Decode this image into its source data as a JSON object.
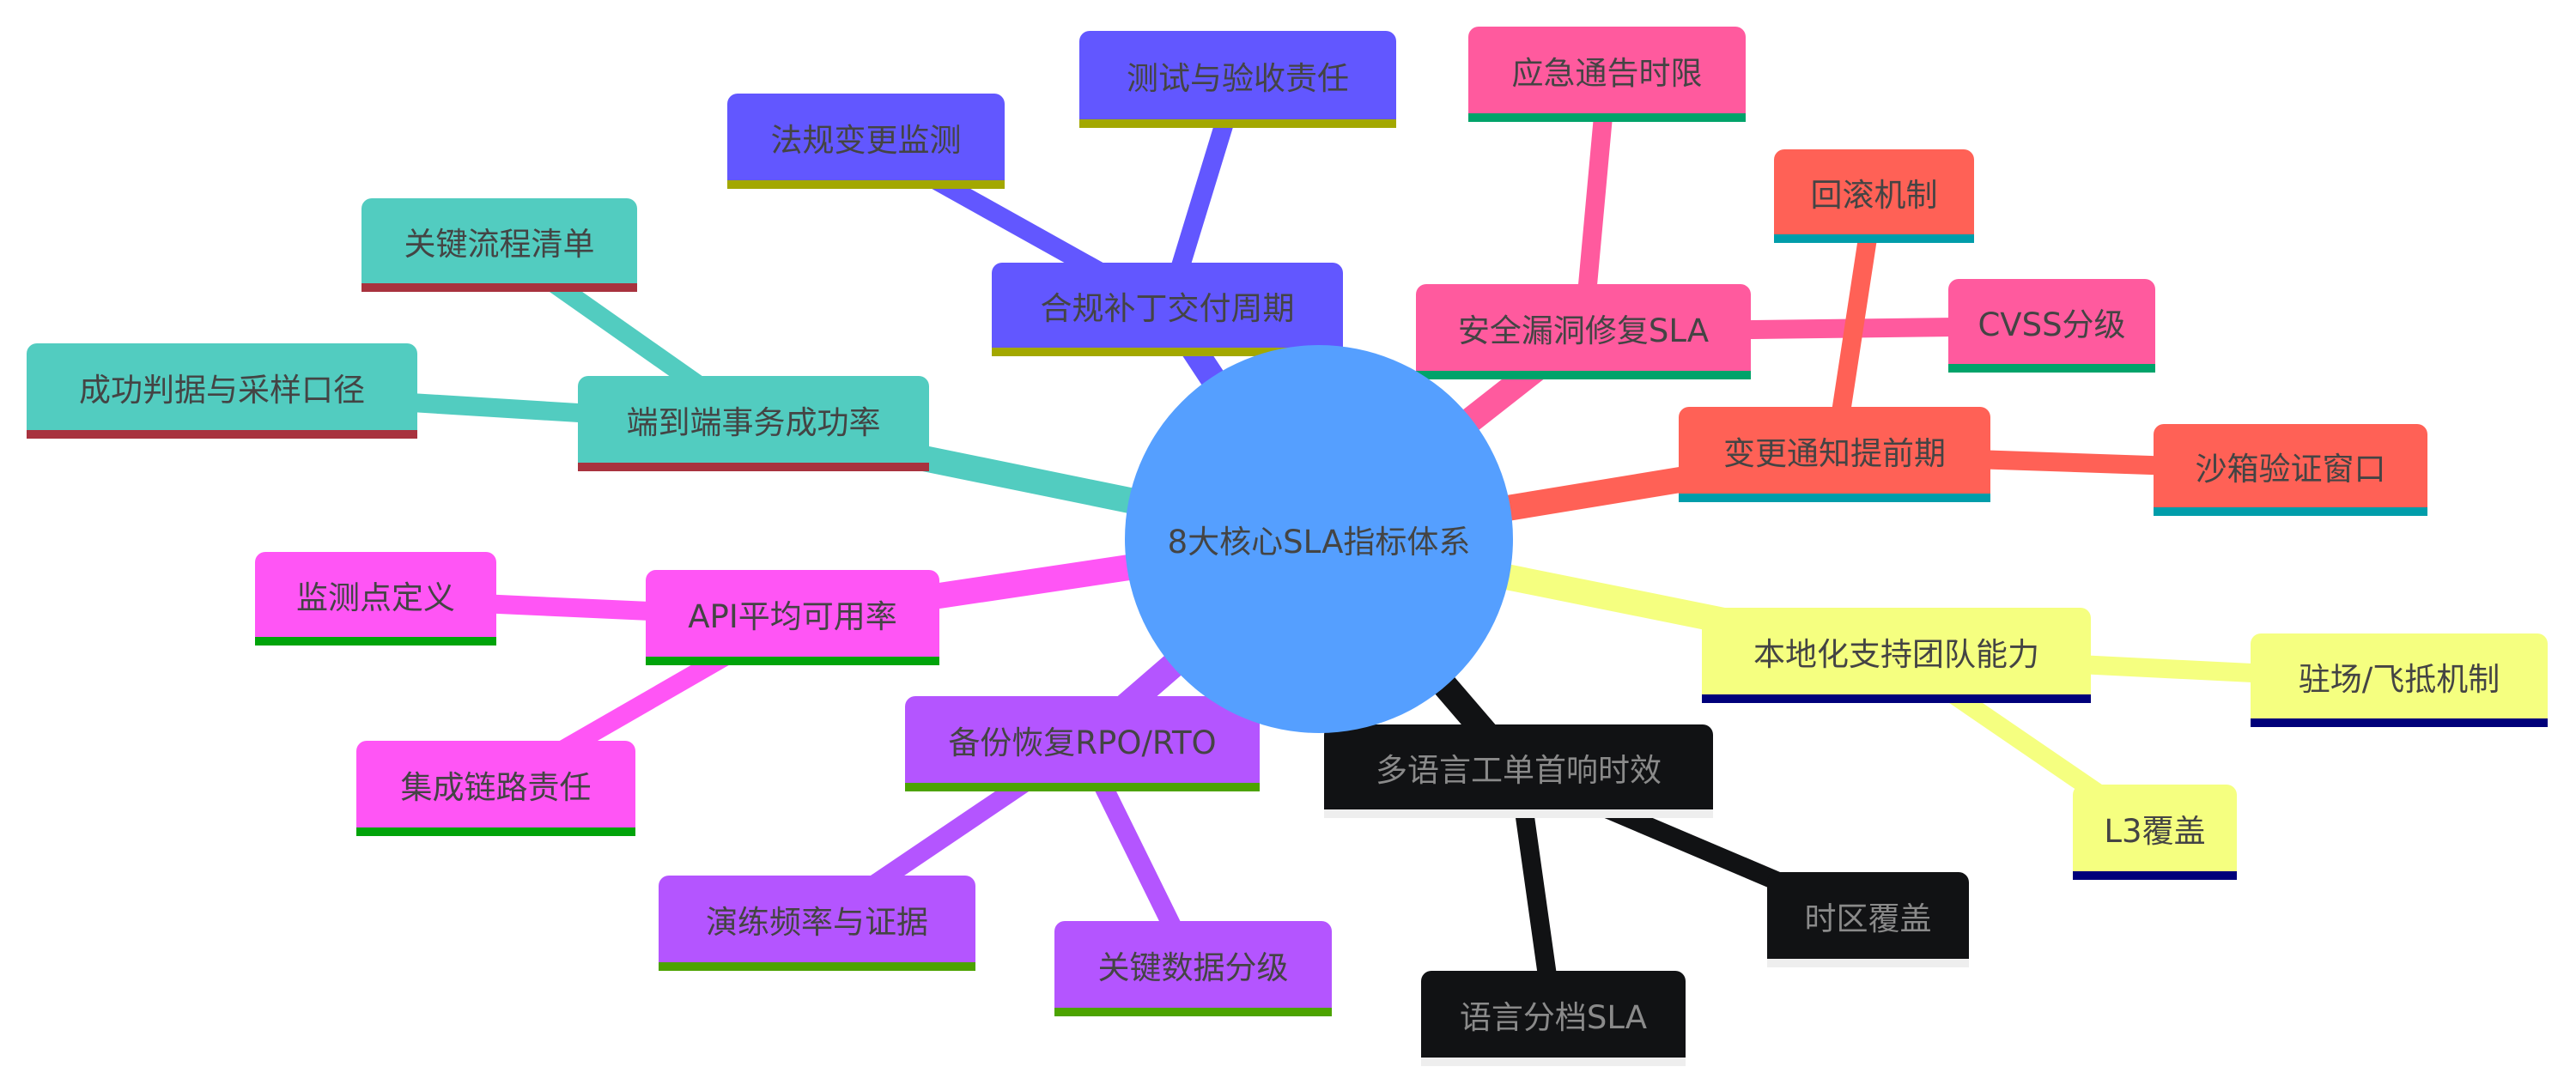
{
  "root": {
    "label": "8大核心SLA指标体系",
    "color": "#559FFF"
  },
  "branches": [
    {
      "label": "端到端事务成功率",
      "color": "#52CCC0",
      "bar": "#A8323E",
      "text": "#444444",
      "children": [
        "关键流程清单",
        "成功判据与采样口径"
      ]
    },
    {
      "label": "合规补丁交付周期",
      "color": "#6257FF",
      "bar": "#A3A800",
      "text": "#444444",
      "children": [
        "法规变更监测",
        "测试与验收责任"
      ]
    },
    {
      "label": "安全漏洞修复SLA",
      "color": "#FF5A9E",
      "bar": "#00A36A",
      "text": "#444444",
      "children": [
        "应急通告时限",
        "CVSS分级"
      ]
    },
    {
      "label": "变更通知提前期",
      "color": "#FF6156",
      "bar": "#009DAA",
      "text": "#444444",
      "children": [
        "回滚机制",
        "沙箱验证窗口"
      ]
    },
    {
      "label": "本地化支持团队能力",
      "color": "#F5FF80",
      "bar": "#00007A",
      "text": "#444444",
      "children": [
        "驻场/飞抵机制",
        "L3覆盖"
      ]
    },
    {
      "label": "多语言工单首响时效",
      "color": "#111214",
      "bar": "#EEEEEE",
      "text": "#8A8A8A",
      "children": [
        "时区覆盖",
        "语言分档SLA"
      ]
    },
    {
      "label": "API平均可用率",
      "color": "#FF55F5",
      "bar": "#00A30A",
      "text": "#444444",
      "children": [
        "监测点定义",
        "集成链路责任"
      ]
    },
    {
      "label": "备份恢复RPO/RTO",
      "color": "#B455FF",
      "bar": "#4CA300",
      "text": "#444444",
      "children": [
        "演练频率与证据",
        "关键数据分级"
      ]
    }
  ]
}
